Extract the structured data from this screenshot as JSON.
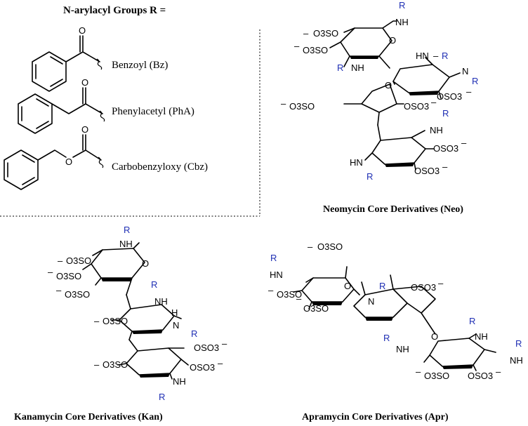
{
  "header": {
    "title": "N-arylacyl  Groups R ="
  },
  "groups": [
    {
      "label": "Benzoyl (Bz)",
      "carbonyl_o": "O"
    },
    {
      "label": "Phenylacetyl (PhA)",
      "carbonyl_o": "O"
    },
    {
      "label": "Carbobenzyloxy (Cbz)",
      "carbonyl_o": "O",
      "ester_o": "O"
    }
  ],
  "atoms": {
    "r": "R",
    "nh": "NH",
    "hn": "HN",
    "h": "H",
    "n": "N",
    "o": "O",
    "oso3": "OSO3",
    "o3so": "O3SO",
    "sulfate_charge": "−"
  },
  "captions": {
    "neo": "Neomycin Core Derivatives (Neo)",
    "kan": "Kanamycin Core Derivatives (Kan)",
    "apr": "Apramycin Core Derivatives (Apr)"
  },
  "colors": {
    "r_group": "#1f2fb4",
    "bonds": "#000000"
  }
}
